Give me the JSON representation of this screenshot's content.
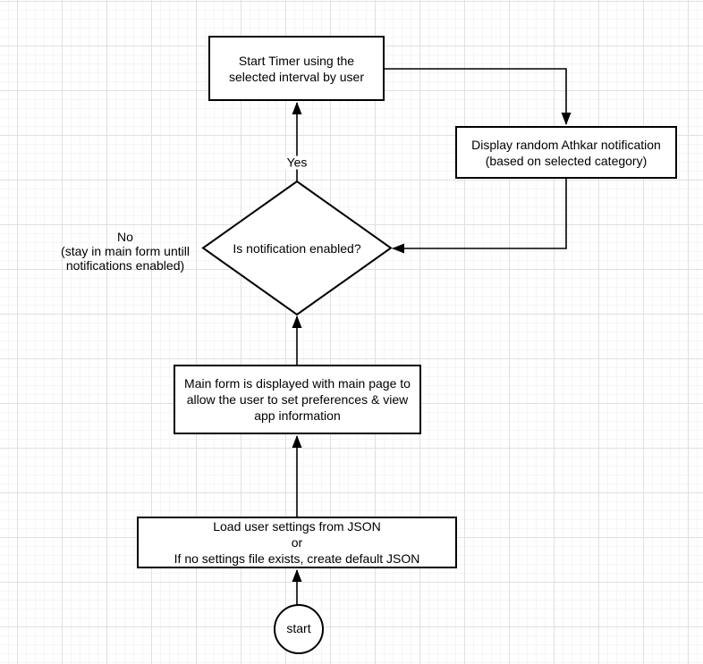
{
  "canvas": {
    "background": "#ffffff",
    "grid_minor_color": "#f5f5f5",
    "grid_major_color": "#e0e0e0",
    "shape_stroke_color": "#000000",
    "shape_fill_color": "#ffffff",
    "text_color": "#000000"
  },
  "nodes": {
    "start_timer": {
      "label": "Start Timer using the\nselected interval by user"
    },
    "display_notification": {
      "label": "Display random Athkar notification\n(based on selected category)"
    },
    "decision": {
      "label": "Is notification enabled?"
    },
    "main_form": {
      "label": "Main form is displayed with main page to\nallow the user to set preferences & view\napp information"
    },
    "load_settings": {
      "label": "Load user settings from JSON\nor\nIf no settings file exists, create default JSON"
    },
    "start": {
      "label": "start"
    }
  },
  "edges": {
    "yes_label": "Yes",
    "no_label": "No\n(stay in main form untill\nnotifications enabled)"
  }
}
